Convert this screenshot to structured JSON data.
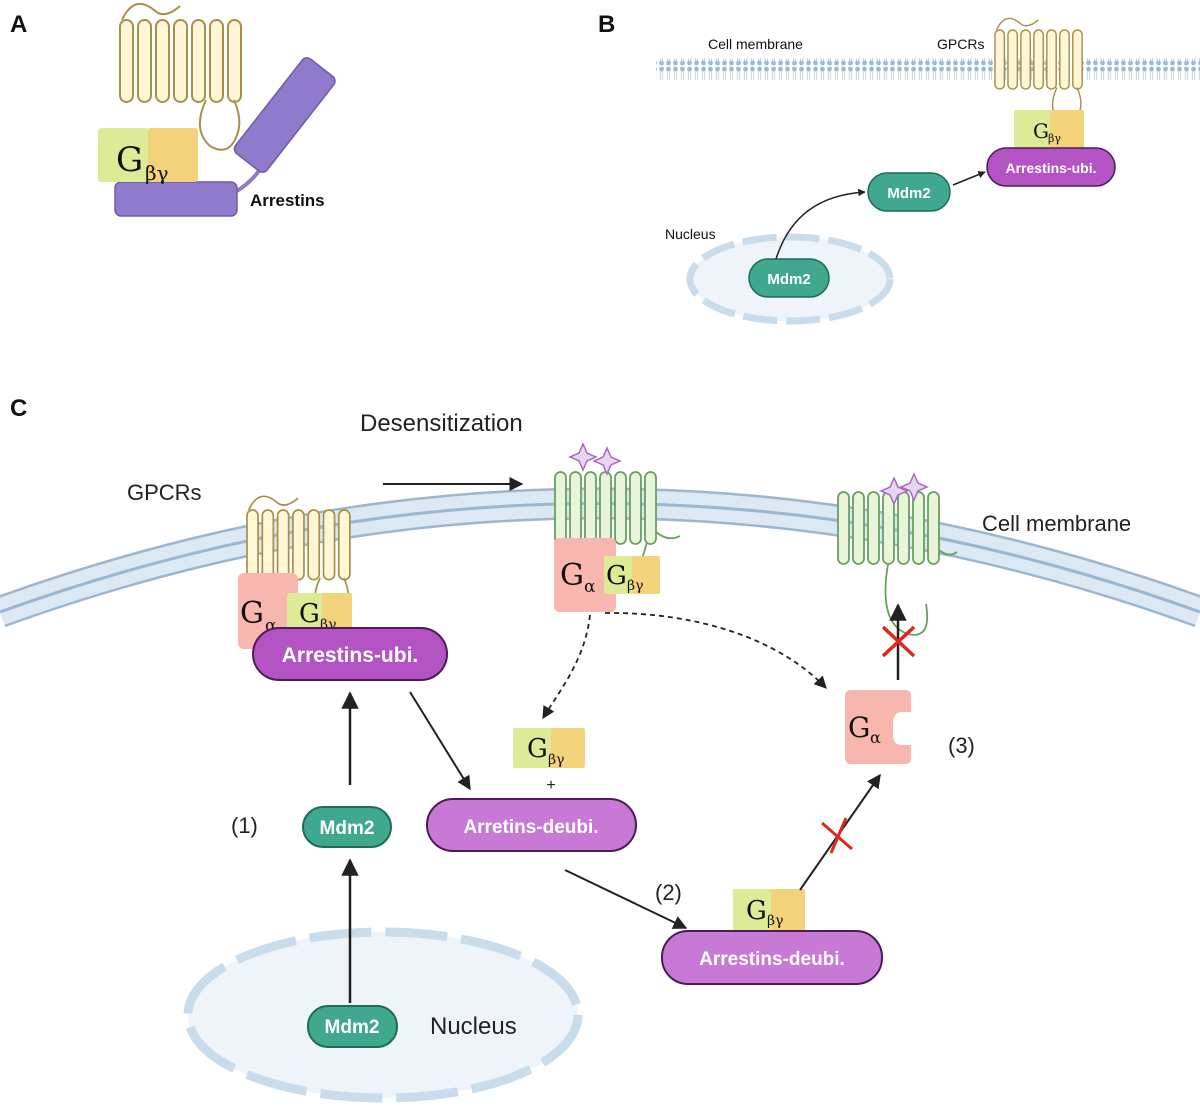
{
  "panels": {
    "a": {
      "letter": "A",
      "gbg": {
        "main": "G",
        "sub": "βγ"
      },
      "arrestins_label": "Arrestins"
    },
    "b": {
      "letter": "B",
      "cell_membrane": "Cell membrane",
      "gpcrs": "GPCRs",
      "gbg": {
        "main": "G",
        "sub": "βγ"
      },
      "arrestins_ubi": "Arrestins-ubi.",
      "mdm2_cyto": "Mdm2",
      "nucleus": "Nucleus",
      "mdm2_nucleus": "Mdm2"
    },
    "c": {
      "letter": "C",
      "desensitization": "Desensitization",
      "gpcrs": "GPCRs",
      "cell_membrane": "Cell membrane",
      "receptor1_ga": {
        "main": "G",
        "sub": "α"
      },
      "receptor1_gbg": {
        "main": "G",
        "sub": "βγ"
      },
      "arrestins_ubi": "Arrestins-ubi.",
      "receptor2_ga": {
        "main": "G",
        "sub": "α"
      },
      "receptor2_gbg": {
        "main": "G",
        "sub": "βγ"
      },
      "free_gbg": {
        "main": "G",
        "sub": "βγ"
      },
      "plus": "+",
      "arrestins_deubi_1": "Arretins-deubi.",
      "step1": "(1)",
      "mdm2_cyto": "Mdm2",
      "step2": "(2)",
      "complex_gbg": {
        "main": "G",
        "sub": "βγ"
      },
      "arrestins_deubi_2": "Arrestins-deubi.",
      "free_ga": {
        "main": "G",
        "sub": "α"
      },
      "step3": "(3)",
      "mdm2_nucleus": "Mdm2",
      "nucleus": "Nucleus"
    }
  },
  "colors": {
    "receptor_yellow": "#FFF6D6",
    "receptor_yellow_stroke": "#A8904A",
    "receptor_green": "#E8F5D8",
    "receptor_green_stroke": "#6AA060",
    "arrestin_purple": "#8F7ACB",
    "arrestin_magenta": "#B454C4",
    "arrestin_light": "#C879D6",
    "mdm2_teal": "#3FA88E",
    "galpha_pink": "#F8B7AE",
    "gbeta_yellow": "#F3D27C",
    "ggamma_green": "#DDEB97",
    "membrane": "#C9DCEC",
    "star": "#C79AD8",
    "block_red": "#E0261D"
  }
}
